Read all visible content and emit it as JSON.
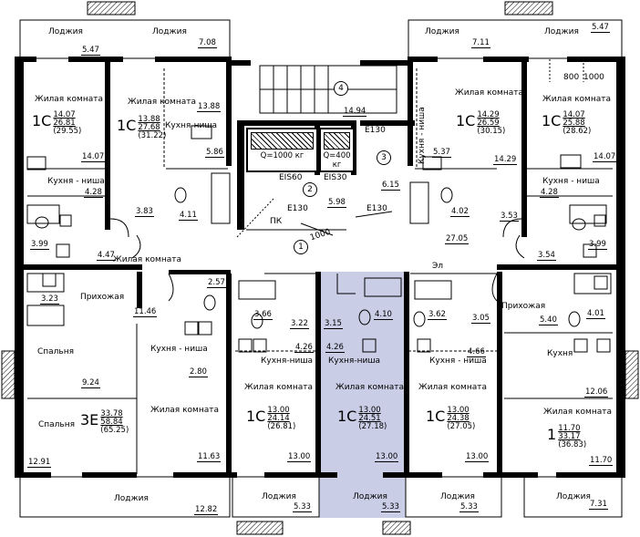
{
  "circles": [
    "1",
    "2",
    "3",
    "4"
  ],
  "tags": {
    "E130_a": "E130",
    "E130_b": "E130",
    "E130_c": "E130",
    "EIS60": "EIS60",
    "EIS30": "EIS30",
    "PK": "ПК",
    "EL": "Эл",
    "D1000": "1000",
    "D800": "800",
    "D1000b": "1000"
  },
  "elevators": {
    "big": "Q=1000 кг",
    "small": "Q=400 кг"
  },
  "apartments": {
    "a1": {
      "type": "1С",
      "living": "14.07",
      "total": "26.81",
      "full": "(29.55)"
    },
    "a2": {
      "type": "1С",
      "living": "13.88",
      "total": "27.68",
      "full": "(31.22)"
    },
    "a3": {
      "type": "1С",
      "living": "14.29",
      "total": "26.59",
      "full": "(30.15)"
    },
    "a4": {
      "type": "1С",
      "living": "14.07",
      "total": "25.88",
      "full": "(28.62)"
    },
    "a5": {
      "type": "3Е",
      "living": "33.78",
      "total": "58.84",
      "full": "(65.25)"
    },
    "a6": {
      "type": "1С",
      "living": "13.00",
      "total": "24.14",
      "full": "(26.81)"
    },
    "a7": {
      "type": "1С",
      "living": "13.00",
      "total": "24.51",
      "full": "(27.18)"
    },
    "a8": {
      "type": "1С",
      "living": "13.00",
      "total": "24.38",
      "full": "(27.05)"
    },
    "a9": {
      "type": "1",
      "living": "11.70",
      "total": "33.17",
      "full": "(36.83)"
    }
  },
  "rooms": {
    "loggia_tl1": "Лоджия",
    "loggia_tl2": "Лоджия",
    "loggia_tr1": "Лоджия",
    "loggia_tr2": "Лоджия",
    "loggia_b1": "Лоджия",
    "loggia_b2": "Лоджия",
    "loggia_b3": "Лоджия",
    "loggia_b4": "Лоджия",
    "loggia_b5": "Лоджия",
    "living_1": "Жилая комната",
    "living_2": "Жилая комната",
    "living_3": "Жилая комната",
    "living_4": "Жилая комната",
    "living_5": "Жилая комната",
    "living_6": "Жилая комната",
    "living_7": "Жилая комната",
    "living_8": "Жилая комната",
    "living_9": "Жилая комната",
    "kitchen_n1": "Кухня - ниша",
    "kitchen_n2": "Кухня-ниша",
    "kitchen_n3": "Кухня - ниша",
    "kitchen_n4": "Кухня - ниша",
    "kitchen_n5": "Кухня - ниша",
    "kitchen_n6": "Кухня-ниша",
    "kitchen_n7": "Кухня-ниша",
    "kitchen_n8": "Кухня - ниша",
    "kitchen_9": "Кухня",
    "hall_1": "Прихожая",
    "hall_2": "Прихожая",
    "bed_1": "Спальня",
    "bed_2": "Спальня"
  },
  "areas": {
    "l_547a": "5.47",
    "l_708": "7.08",
    "l_711": "7.11",
    "l_547b": "5.47",
    "r_1407a": "14.07",
    "r_1388": "13.88",
    "r_1494": "14.94",
    "r_1429": "14.29",
    "r_1407b": "14.07",
    "r_586": "5.86",
    "r_537": "5.37",
    "r_428a": "4.28",
    "r_428b": "4.28",
    "r_383": "3.83",
    "r_411": "4.11",
    "r_598": "5.98",
    "r_615": "6.15",
    "r_402": "4.02",
    "r_353": "3.53",
    "r_399a": "3.99",
    "r_447": "4.47",
    "r_2705": "27.05",
    "r_354": "3.54",
    "r_399b": "3.99",
    "r_323": "3.23",
    "r_257": "2.57",
    "r_1146": "11.46",
    "r_366": "3.66",
    "r_322": "3.22",
    "r_315": "3.15",
    "r_410": "4.10",
    "r_362": "3.62",
    "r_305": "3.05",
    "r_540": "5.40",
    "r_401": "4.01",
    "r_426a": "4.26",
    "r_426b": "4.26",
    "r_466": "4.66",
    "r_280": "2.80",
    "r_924": "9.24",
    "r_1206": "12.06",
    "r_1163": "11.63",
    "r_1300a": "13.00",
    "r_1300b": "13.00",
    "r_1300c": "13.00",
    "r_1170": "11.70",
    "r_1291": "12.91",
    "lb_1282": "12.82",
    "lb_533a": "5.33",
    "lb_533b": "5.33",
    "lb_533c": "5.33",
    "lb_731": "7.31"
  }
}
